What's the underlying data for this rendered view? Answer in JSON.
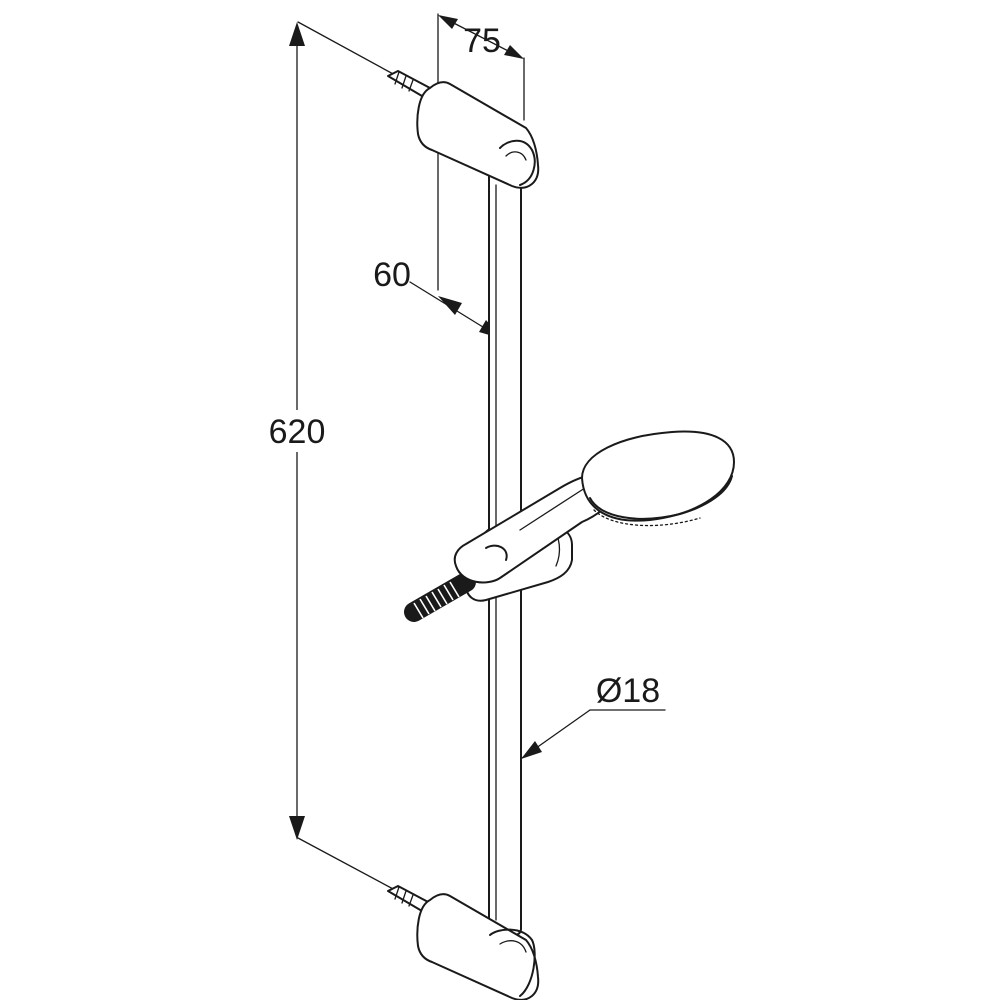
{
  "dimensions": {
    "overall_length": "620",
    "wall_projection": "75",
    "bar_offset": "60",
    "bar_diameter": "Ø18"
  },
  "line_color": "#1a1a1a",
  "background_color": "#ffffff"
}
